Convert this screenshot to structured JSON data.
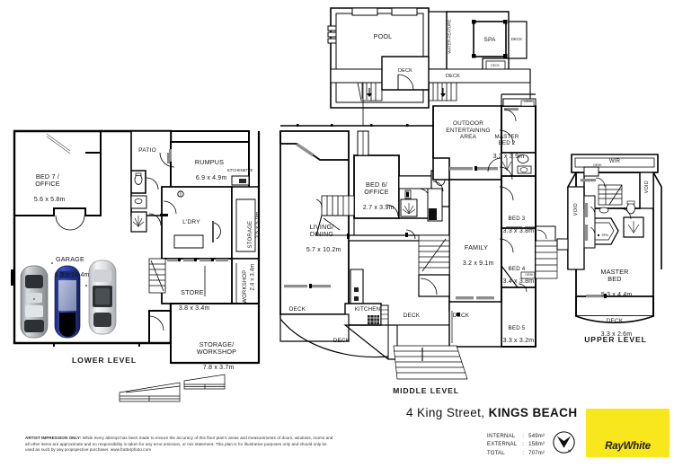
{
  "document": {
    "type": "real-estate-floor-plan",
    "title": "4 King Street, KINGS BEACH"
  },
  "levels": [
    {
      "id": "lower",
      "label": "LOWER LEVEL"
    },
    {
      "id": "middle",
      "label": "MIDDLE LEVEL"
    },
    {
      "id": "upper",
      "label": "UPPER LEVEL"
    }
  ],
  "rooms": {
    "lower": [
      {
        "name": "BED 7 /\nOFFICE",
        "dim": "5.6 x 5.8m"
      },
      {
        "name": "GARAGE",
        "dim": "9.3 x 14.4m"
      },
      {
        "name": "PATIO",
        "dim": ""
      },
      {
        "name": "RUMPUS",
        "dim": "6.9 x 4.9m"
      },
      {
        "name": "KITCHENETTE",
        "dim": ""
      },
      {
        "name": "L'DRY",
        "dim": ""
      },
      {
        "name": "STORAGE",
        "dim": "2.5 x 5.0m"
      },
      {
        "name": "STORE",
        "dim": "3.8 x 3.4m"
      },
      {
        "name": "WORKSHOP",
        "dim": "2.4 x 3.4m"
      },
      {
        "name": "STORAGE/\nWORKSHOP",
        "dim": "7.8 x 3.7m"
      }
    ],
    "middle": [
      {
        "name": "LIVING/\nDINING",
        "dim": "5.7 x 10.2m"
      },
      {
        "name": "BED 6/\nOFFICE",
        "dim": "2.7 x 3.9m"
      },
      {
        "name": "KITCHEN",
        "dim": ""
      },
      {
        "name": "FAMILY",
        "dim": "3.2 x 9.1m"
      },
      {
        "name": "OUTDOOR\nENTERTAINING\nAREA",
        "dim": ""
      },
      {
        "name": "MASTER\nBED 2",
        "dim": "3.3 x 3.9m"
      },
      {
        "name": "BED 3",
        "dim": "3.3 x 3.8m"
      },
      {
        "name": "BED 4",
        "dim": "3.4 x 3.8m"
      },
      {
        "name": "BED 5",
        "dim": "3.3 x 3.2m"
      },
      {
        "name": "DECK",
        "dim": ""
      }
    ],
    "upper": [
      {
        "name": "WIR",
        "dim": ""
      },
      {
        "name": "VOID",
        "dim": ""
      },
      {
        "name": "MASTER\nBED",
        "dim": "5.3 x 4.4m"
      },
      {
        "name": "SPA",
        "dim": ""
      },
      {
        "name": "DECK",
        "dim": "3.3 x 2.6m"
      }
    ],
    "outdoor": [
      {
        "name": "POOL",
        "dim": ""
      },
      {
        "name": "SPA",
        "dim": ""
      },
      {
        "name": "WATER FEATURE",
        "dim": ""
      },
      {
        "name": "DECK",
        "dim": ""
      }
    ]
  },
  "labels": {
    "pool": "POOL",
    "spa": "SPA",
    "water_feature": "WATER FEATURE",
    "deck": "DECK",
    "desk": "DESK",
    "bed7_office": "BED 7 /\nOFFICE",
    "bed7_dim": "5.6 x 5.8m",
    "garage": "GARAGE",
    "garage_dim": "9.3 x 14.4m",
    "patio": "PATIO",
    "rumpus": "RUMPUS",
    "rumpus_dim": "6.9 x 4.9m",
    "kitchenette": "KITCHENETTE",
    "ldry": "L'DRY",
    "storage": "STORAGE",
    "storage_dim": "2.5 x 5.0m",
    "store": "STORE",
    "store_dim": "3.8 x 3.4m",
    "workshop": "WORKSHOP",
    "workshop_dim": "2.4 x 3.4m",
    "storage_workshop": "STORAGE/\nWORKSHOP",
    "storage_workshop_dim": "7.8 x 3.7m",
    "living_dining": "LIVING/\nDINING",
    "living_dining_dim": "5.7 x 10.2m",
    "bed6_office": "BED 6/\nOFFICE",
    "bed6_dim": "2.7 x 3.9m",
    "kitchen": "KITCHEN",
    "family": "FAMILY",
    "family_dim": "3.2 x 9.1m",
    "outdoor_entertaining": "OUTDOOR\nENTERTAINING\nAREA",
    "master_bed2": "MASTER\nBED 2",
    "master_bed2_dim": "3.3 x 3.9m",
    "bed3": "BED 3",
    "bed3_dim": "3.3 x 3.8m",
    "bed4": "BED 4",
    "bed4_dim": "3.4 x 3.8m",
    "bed5": "BED 5",
    "bed5_dim": "3.3 x 3.2m",
    "wir": "WIR",
    "void": "VOID",
    "master_bed": "MASTER\nBED",
    "master_bed_dim": "5.3 x 4.4m",
    "upper_deck_dim": "3.3 x 2.6m",
    "lower_level": "LOWER LEVEL",
    "middle_level": "MIDDLE LEVEL",
    "upper_level": "UPPER LEVEL"
  },
  "footer": {
    "disclaimer_heading": "ARTIST IMPRESSION ONLY:",
    "disclaimer_body": " While every attempt has been made to ensure the accuracy of this floor plan's areas and measurements of doors, windows, rooms and all other items are approximate and no responsibility is taken for any error,omission, or mis statement. This plan is for illustrative purposes only and should only be used as such by any propspective purchaser. www.fratterphoto.com",
    "address_number_street": "4 King Street, ",
    "address_suburb": "KINGS BEACH",
    "areas": [
      {
        "label": "INTERNAL",
        "sep": ":",
        "value": "549m²"
      },
      {
        "label": "EXTERNAL",
        "sep": ":",
        "value": "158m²"
      },
      {
        "label": "TOTAL",
        "sep": ":",
        "value": "707m²"
      }
    ],
    "brand": "RayWhite",
    "brand_color": "#f8e71c",
    "compass_label": "N"
  },
  "colors": {
    "wall": "#000000",
    "thin_line": "#3a3a3a",
    "text": "#161616",
    "brand_yellow": "#f8e71c",
    "car_silver": "#b9bcc0",
    "car_blue": "#2a3e9e",
    "car_white": "#e2e5e8",
    "background": "#ffffff"
  }
}
